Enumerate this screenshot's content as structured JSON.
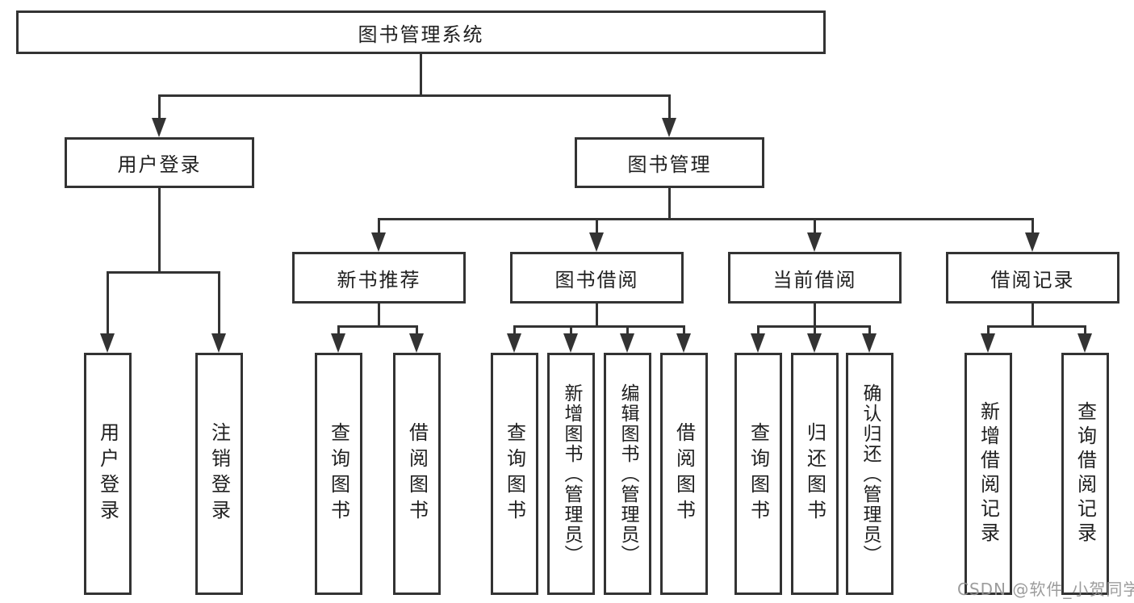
{
  "title": "图书管理系统",
  "watermark": {
    "text": "CSDN @软件_小贺同学",
    "color": "#949494"
  },
  "colors": {
    "line": "#333333",
    "box_border": "#333333",
    "box_background": "#ffffff",
    "text": "#1f1f1f",
    "page_background": "#ffffff"
  },
  "nodes": {
    "root": {
      "label": "图书管理系统"
    },
    "user_login": {
      "label": "用户登录",
      "children": [
        {
          "label": "用户登录"
        },
        {
          "label": "注销登录"
        }
      ]
    },
    "book_manage": {
      "label": "图书管理"
    },
    "new_book": {
      "label": "新书推荐",
      "children": [
        {
          "label": "查询图书"
        },
        {
          "label": "借阅图书"
        }
      ]
    },
    "book_borrow": {
      "label": "图书借阅",
      "children": [
        {
          "label": "查询图书"
        },
        {
          "label": "新增图书（管理员）"
        },
        {
          "label": "编辑图书（管理员）"
        },
        {
          "label": "借阅图书"
        }
      ]
    },
    "current_borrow": {
      "label": "当前借阅",
      "children": [
        {
          "label": "查询图书"
        },
        {
          "label": "归还图书"
        },
        {
          "label": "确认归还（管理员）"
        }
      ]
    },
    "borrow_record": {
      "label": "借阅记录",
      "children": [
        {
          "label": "新增借阅记录"
        },
        {
          "label": "查询借阅记录"
        }
      ]
    }
  }
}
